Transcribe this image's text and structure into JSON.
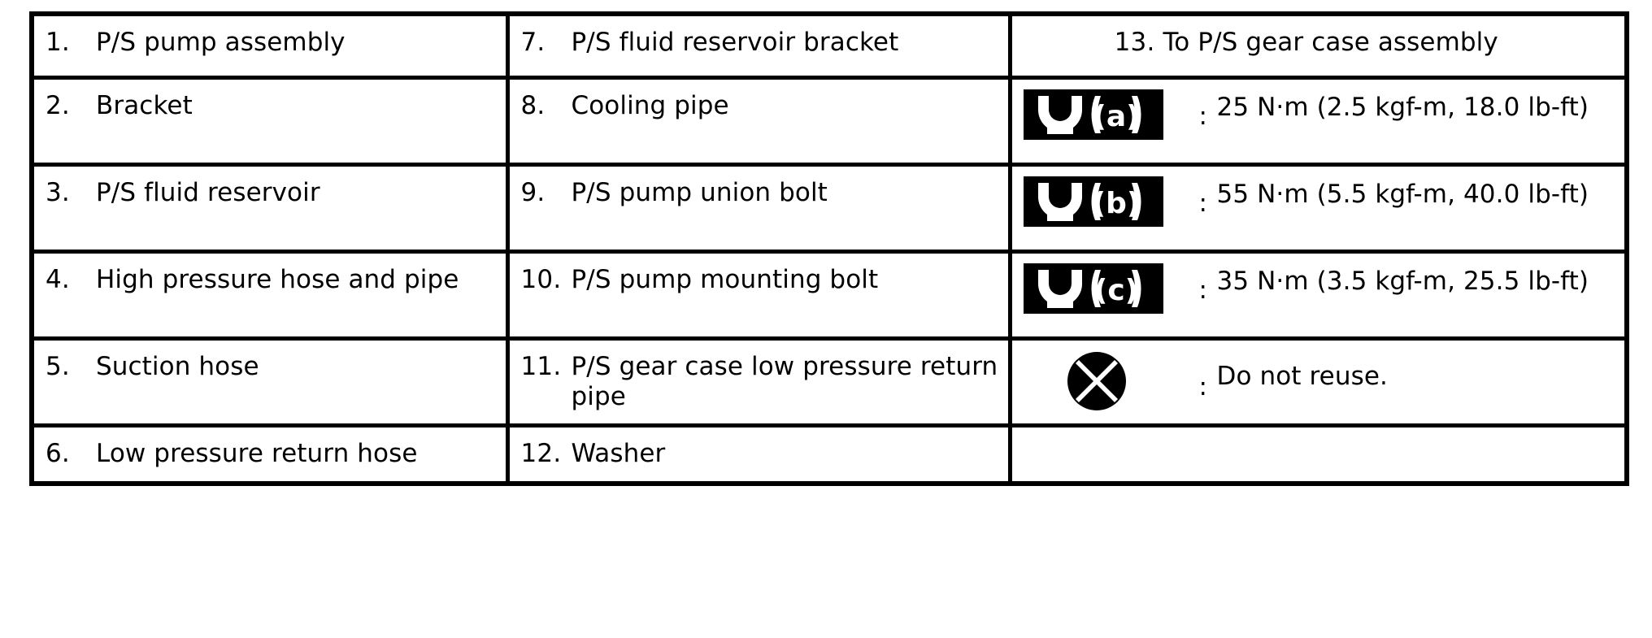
{
  "table": {
    "columns": [
      "left",
      "middle",
      "right"
    ],
    "rows": [
      {
        "left": {
          "num": "1.",
          "label": "P/S pump assembly"
        },
        "middle": {
          "num": "7.",
          "label": "P/S fluid reservoir bracket"
        },
        "right": {
          "kind": "entry",
          "num": "13.",
          "label": "To P/S gear case assembly"
        }
      },
      {
        "left": {
          "num": "2.",
          "label": "Bracket"
        },
        "middle": {
          "num": "8.",
          "label": "Cooling pipe"
        },
        "right": {
          "kind": "spec",
          "icon": "wrench-icon",
          "icon_letter": "(a)",
          "colon": ":",
          "value": "25 N·m (2.5 kgf-m, 18.0 lb-ft)"
        }
      },
      {
        "left": {
          "num": "3.",
          "label": "P/S fluid reservoir"
        },
        "middle": {
          "num": "9.",
          "label": "P/S pump union bolt"
        },
        "right": {
          "kind": "spec",
          "icon": "wrench-icon",
          "icon_letter": "(b)",
          "colon": ":",
          "value": "55 N·m (5.5 kgf-m, 40.0 lb-ft)"
        }
      },
      {
        "left": {
          "num": "4.",
          "label": "High pressure hose and pipe"
        },
        "middle": {
          "num": "10.",
          "label": "P/S pump mounting bolt"
        },
        "right": {
          "kind": "spec",
          "icon": "wrench-icon",
          "icon_letter": "(c)",
          "colon": ":",
          "value": "35 N·m (3.5 kgf-m, 25.5 lb-ft)"
        }
      },
      {
        "left": {
          "num": "5.",
          "label": "Suction hose"
        },
        "middle": {
          "num": "11.",
          "label": "P/S gear case low pressure return pipe"
        },
        "right": {
          "kind": "noreuse",
          "icon": "circle-x-icon",
          "colon": ":",
          "value": "Do not reuse."
        }
      },
      {
        "left": {
          "num": "6.",
          "label": "Low pressure return hose"
        },
        "middle": {
          "num": "12.",
          "label": "Washer"
        },
        "right": {
          "kind": "empty"
        }
      }
    ]
  },
  "colors": {
    "border": "#000000",
    "text": "#000000",
    "background": "#ffffff",
    "icon_background": "#000000",
    "icon_foreground": "#ffffff"
  }
}
